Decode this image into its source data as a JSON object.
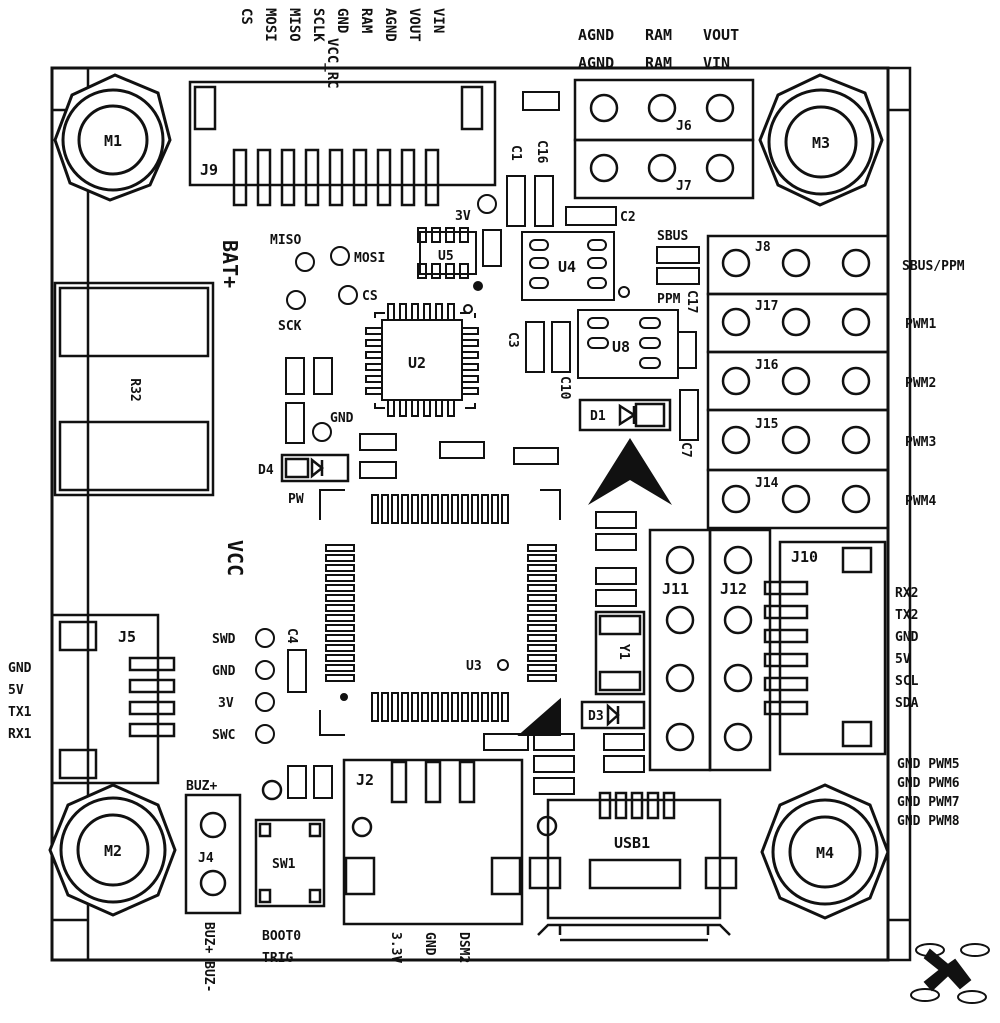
{
  "colors": {
    "ink": "#111111",
    "paper": "#ffffff"
  },
  "mounts": {
    "m1": "M1",
    "m2": "M2",
    "m3": "M3",
    "m4": "M4"
  },
  "j9": {
    "ref": "J9",
    "pins": [
      "CS",
      "MOSI",
      "MISO",
      "SCLK",
      "GND",
      "RAM",
      "AGND",
      "VOUT",
      "VIN"
    ],
    "extra": "VCC_RC"
  },
  "j6j7": {
    "top": [
      "AGND",
      "RAM",
      "VOUT"
    ],
    "bottom": [
      "AGND",
      "RAM",
      "VIN"
    ],
    "j6": "J6",
    "j7": "J7"
  },
  "right_headers": {
    "rows": [
      {
        "ref": "J8",
        "label": "SBUS/PPM"
      },
      {
        "ref": "J17",
        "label": "PWM1"
      },
      {
        "ref": "J16",
        "label": "PWM2"
      },
      {
        "ref": "J15",
        "label": "PWM3"
      },
      {
        "ref": "J14",
        "label": "PWM4"
      }
    ],
    "sbus": "SBUS",
    "ppm": "PPM"
  },
  "j10": {
    "ref": "J10",
    "pins": [
      "RX2",
      "TX2",
      "GND",
      "5V",
      "SCL",
      "SDA"
    ]
  },
  "j11": "J11",
  "j12": "J12",
  "pwm_lower": [
    "GND  PWM5",
    "GND  PWM6",
    "GND  PWM7",
    "GND  PWM8"
  ],
  "j5": {
    "ref": "J5",
    "pins": [
      "GND",
      "5V",
      "TX1",
      "RX1"
    ]
  },
  "swd_pads": [
    "SWD",
    "GND",
    "3V",
    "SWC"
  ],
  "spi_pads": {
    "miso": "MISO",
    "mosi": "MOSI",
    "sck": "SCK",
    "cs": "CS",
    "v3": "3V",
    "gnd": "GND"
  },
  "labels": {
    "bat": "BAT+",
    "vcc": "VCC",
    "r32": "R32",
    "pw": "PW",
    "d4": "D4",
    "d1": "D1",
    "d3": "D3",
    "u2": "U2",
    "u3": "U3",
    "u4": "U4",
    "u5": "U5",
    "u8": "U8",
    "c1": "C1",
    "c16": "C16",
    "c2": "C2",
    "c3": "C3",
    "c10": "C10",
    "c17": "C17",
    "c7": "C7",
    "c4": "C4",
    "j2": "J2",
    "j4": "J4",
    "sw1": "SW1",
    "usb1": "USB1",
    "buz_top": "BUZ+",
    "buz_bottom": "BUZ+ BUZ-",
    "boot": "BOOT0",
    "trig": "TRIG",
    "j2_pins": [
      "3.3V",
      "GND",
      "DSM2"
    ],
    "y1": "Y1"
  }
}
